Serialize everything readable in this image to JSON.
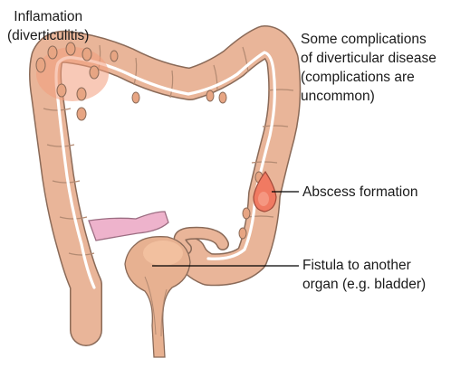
{
  "labels": {
    "inflammation": [
      "Inflamation",
      "(diverticulitis)"
    ],
    "complications": [
      "Some complications",
      "of diverticular disease",
      "(complications are",
      "uncommon)"
    ],
    "abscess": [
      "Abscess formation"
    ],
    "fistula": [
      "Fistula to another",
      "organ (e.g. bladder)"
    ]
  },
  "colors": {
    "colon_fill": "#e9b599",
    "colon_outline": "#8a6a58",
    "lumen_line": "#ffffff",
    "inflamed_patch": "#f39c7b",
    "abscess_fill": "#f07a62",
    "small_bowel_fill": "#eeb3cc",
    "bladder_fill": "#e7b191",
    "leader_line": "#000000",
    "text": "#1a1a1a"
  }
}
